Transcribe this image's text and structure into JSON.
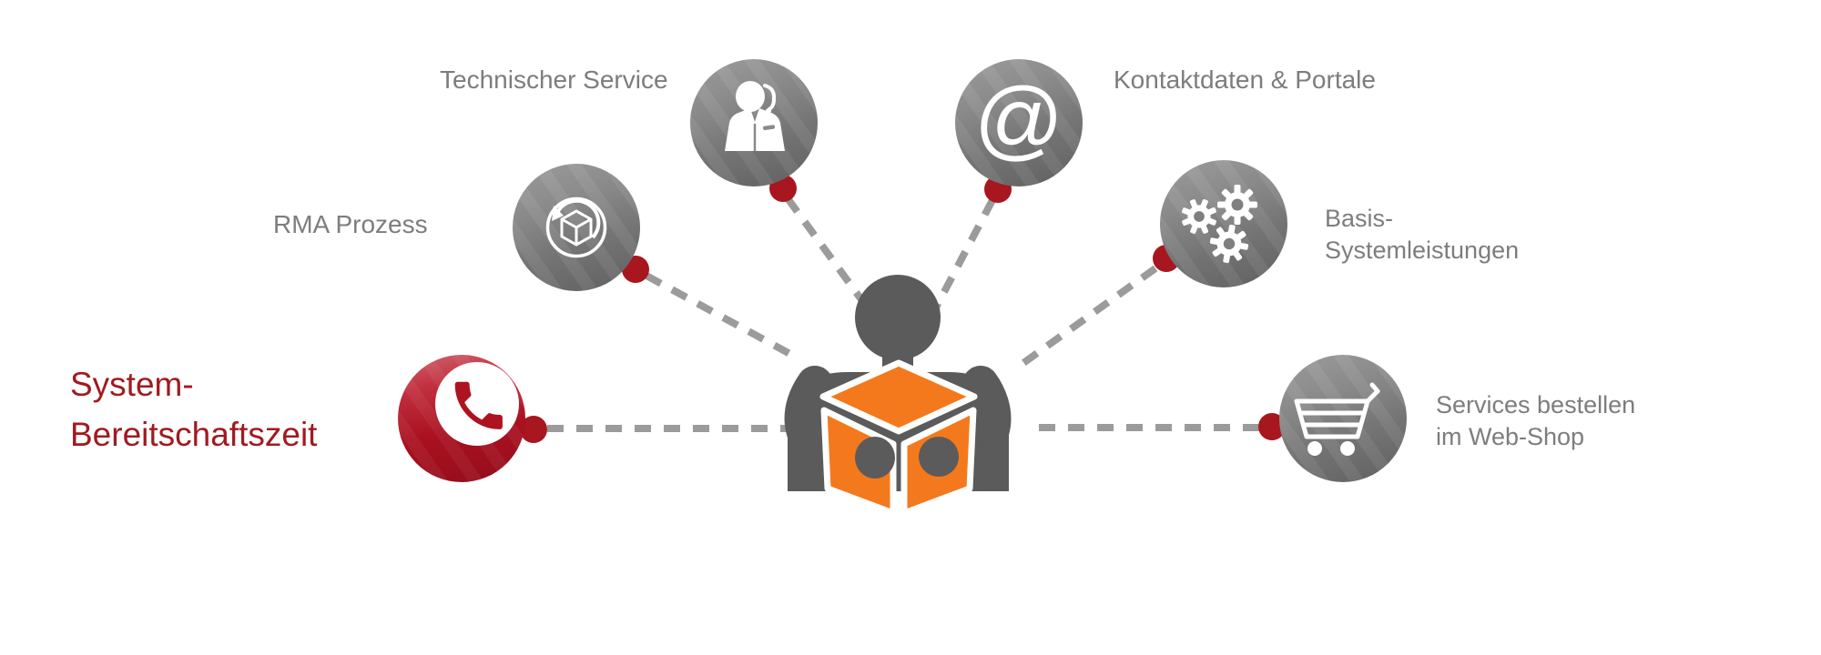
{
  "diagram": {
    "description": "Service overview infographic: central person holding an orange box connected by dashed lines to six service topic bubbles",
    "center": {
      "icon": "person-holding-box",
      "box_color": "#f4791c",
      "figure_color": "#5b5b5b"
    },
    "connectors": {
      "line_color": "#9b9b9b",
      "dot_color": "#a8161f",
      "style": "dashed"
    },
    "colors": {
      "label_gray": "#7d7d7d",
      "highlight_red": "#a11a20",
      "bubble_gray_light": "#9c9c9c",
      "bubble_gray_dark": "#606060",
      "bubble_red": "#ab1120",
      "icon_white": "#ffffff",
      "box_orange": "#f4791c"
    },
    "nodes": {
      "technischer_service": {
        "label": "Technischer Service",
        "icon": "support-agent-icon"
      },
      "kontaktdaten_portale": {
        "label": "Kontaktdaten & Portale",
        "icon": "at-icon",
        "glyph": "@"
      },
      "rma_prozess": {
        "label": "RMA Prozess",
        "icon": "return-process-icon"
      },
      "basis_systemleistungen": {
        "lines": [
          "Basis-",
          "Systemleistungen"
        ],
        "icon": "gears-icon"
      },
      "system_bereitschaftszeit": {
        "lines": [
          "System-",
          "Bereitschaftszeit"
        ],
        "icon": "phone-icon",
        "highlighted": true
      },
      "services_webshop": {
        "lines": [
          "Services bestellen",
          "im Web-Shop"
        ],
        "icon": "shopping-cart-icon"
      }
    }
  }
}
